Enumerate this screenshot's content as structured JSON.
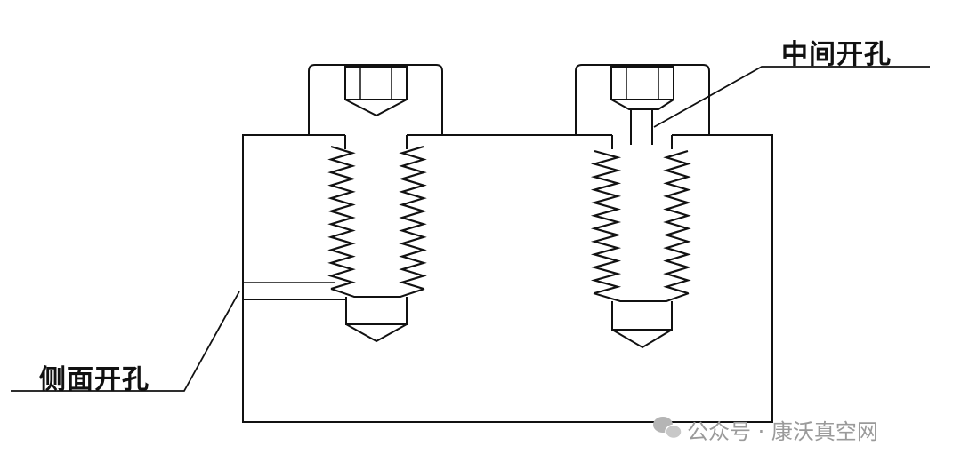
{
  "labels": {
    "side_hole": "侧面开孔",
    "center_hole": "中间开孔"
  },
  "watermark": {
    "icon": "wechat-icon",
    "text": "公众号 · 康沃真空网"
  },
  "colors": {
    "line": "#111111",
    "watermark": "#9a9a9a"
  }
}
